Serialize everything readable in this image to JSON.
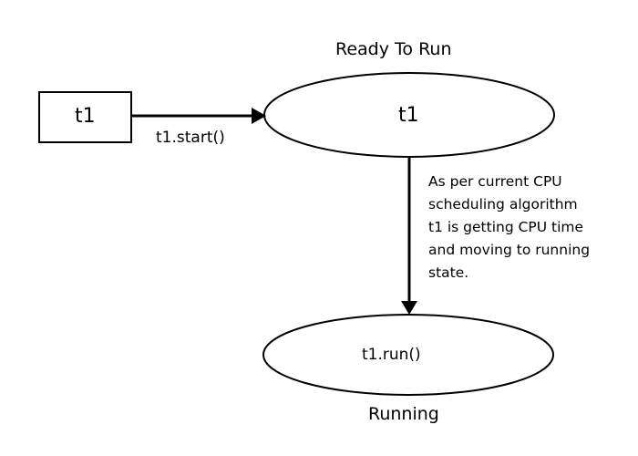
{
  "states": {
    "ready": {
      "title": "Ready To Run",
      "content": "t1"
    },
    "running": {
      "title": "Running",
      "content": "t1.run()"
    }
  },
  "thread_box": {
    "label": "t1"
  },
  "transitions": {
    "start": {
      "label": "t1.start()"
    },
    "schedule": {
      "note_lines": [
        "As per current CPU",
        "scheduling algorithm",
        "t1 is getting CPU time",
        "and moving to running",
        "state."
      ]
    }
  }
}
